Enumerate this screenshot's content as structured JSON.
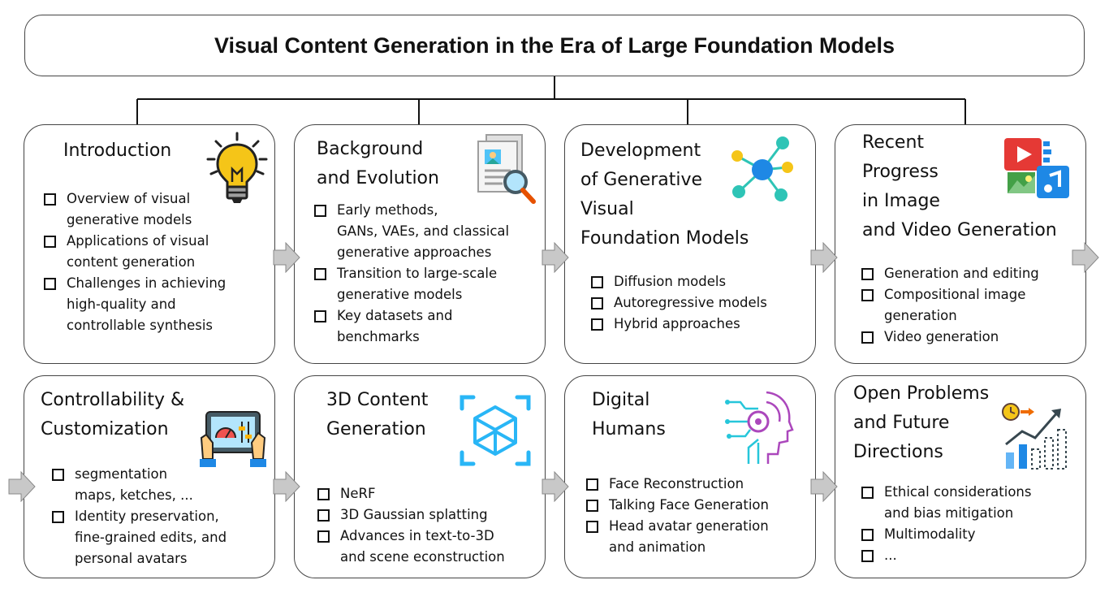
{
  "title": "Visual Content Generation in the Era of Large Foundation Models",
  "cards": [
    {
      "head": [
        "Introduction"
      ],
      "items": [
        [
          "Overview of visual",
          "generative models"
        ],
        [
          "Applications of visual",
          "content generation"
        ],
        [
          "Challenges in achieving",
          "high-quality and",
          "controllable synthesis"
        ]
      ],
      "icon": "lightbulb-icon"
    },
    {
      "head": [
        "Background",
        "and Evolution"
      ],
      "items": [
        [
          "Early methods,",
          "GANs, VAEs, and classical",
          "generative approaches"
        ],
        [
          "Transition to large-scale",
          "generative models"
        ],
        [
          "Key datasets and",
          "benchmarks"
        ]
      ],
      "icon": "document-search-icon"
    },
    {
      "head": [
        "Development",
        "of Generative",
        "Visual",
        "Foundation Models"
      ],
      "items": [
        [
          "Diffusion models"
        ],
        [
          "Autoregressive models"
        ],
        [
          "Hybrid approaches"
        ]
      ],
      "icon": "network-hub-icon"
    },
    {
      "head": [
        "Recent",
        "Progress",
        "in Image",
        "and Video Generation"
      ],
      "items": [
        [
          "Generation and editing"
        ],
        [
          "Compositional image",
          "generation"
        ],
        [
          "Video generation"
        ]
      ],
      "icon": "media-icon"
    },
    {
      "head": [
        "Controllability &",
        "Customization"
      ],
      "items": [
        [
          "segmentation",
          "maps, ketches, ..."
        ],
        [
          "Identity preservation,",
          "fine-grained edits, and",
          "personal avatars"
        ]
      ],
      "icon": "tablet-control-icon"
    },
    {
      "head": [
        "3D Content",
        "Generation"
      ],
      "items": [
        [
          "NeRF"
        ],
        [
          "3D Gaussian splatting"
        ],
        [
          "Advances in text-to-3D",
          "and scene econstruction"
        ]
      ],
      "icon": "cube-icon"
    },
    {
      "head": [
        "Digital",
        "Humans"
      ],
      "items": [
        [
          "Face Reconstruction"
        ],
        [
          "Talking Face Generation"
        ],
        [
          "Head avatar generation",
          "and animation"
        ]
      ],
      "icon": "ai-head-icon"
    },
    {
      "head": [
        "Open Problems",
        "and Future",
        "Directions"
      ],
      "items": [
        [
          "Ethical considerations",
          "and bias mitigation"
        ],
        [
          "Multimodality"
        ],
        [
          "..."
        ]
      ],
      "icon": "growth-chart-icon"
    }
  ],
  "colors": {
    "border": "#444444",
    "arrow": "#c8c8c8",
    "accent": "#29b6f6",
    "teal": "#2ec4b6",
    "yellow": "#f5c518"
  }
}
